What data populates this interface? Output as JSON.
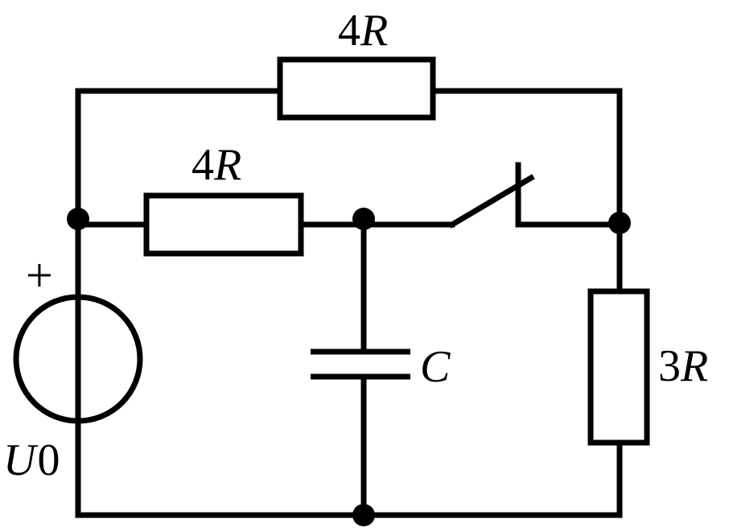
{
  "labels": {
    "top_resistor": {
      "coef": "4",
      "sym": "R"
    },
    "mid_resistor": {
      "coef": "4",
      "sym": "R"
    },
    "right_resistor": {
      "coef": "3",
      "sym": "R"
    },
    "capacitor": "C",
    "source_polarity": "+",
    "source_voltage": {
      "sym": "U",
      "sub": "0"
    }
  }
}
